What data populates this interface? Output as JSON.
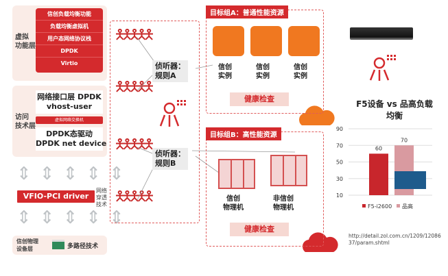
{
  "virtual_layer": {
    "label": "虚拟\n功能层",
    "rows": [
      "信创负载均衡功能",
      "负载均衡虚拟机",
      "用户态网络协议栈",
      "DPDK",
      "Virtio"
    ]
  },
  "access_layer": {
    "label": "访问\n技术层",
    "top": "网络接口层 DPDK\nvhost-user",
    "bar": "虚拟网络交换机",
    "bottom": "DPDK态驱动\nDPDK net device"
  },
  "vfio": {
    "label": "VFIO-PCI driver",
    "side": "网络\n穿透\n技术"
  },
  "physical_layer": {
    "label": "信创物理\n设备层",
    "tech": "多路径技术"
  },
  "listeners": [
    {
      "label": "侦听器：\n规则A"
    },
    {
      "label": "侦听器：\n规则B"
    }
  ],
  "group_a": {
    "title": "目标组A：普通性能资源",
    "instances": [
      "信创\n实例",
      "信创\n实例",
      "信创\n实例"
    ],
    "health": "健康检查"
  },
  "group_b": {
    "title": "目标组B：高性能资源",
    "servers": [
      "信创\n物理机",
      "非信创\n物理机"
    ],
    "health": "健康检查"
  },
  "chart_data": {
    "type": "bar",
    "title": "F5设备 vs 品高负载\n均衡",
    "categories": [
      "F5-i2600",
      "品高"
    ],
    "values": [
      60,
      70
    ],
    "colors": [
      "#c8262c",
      "#d99aa0"
    ],
    "yticks": [
      10,
      30,
      50,
      70,
      90
    ],
    "ylim": [
      10,
      90
    ],
    "legend": [
      "F5-i2600",
      "品高"
    ],
    "legend_position": "bottom"
  },
  "source_url": "http://detail.zol.com.cn/1209/12086\n37/param.shtml"
}
